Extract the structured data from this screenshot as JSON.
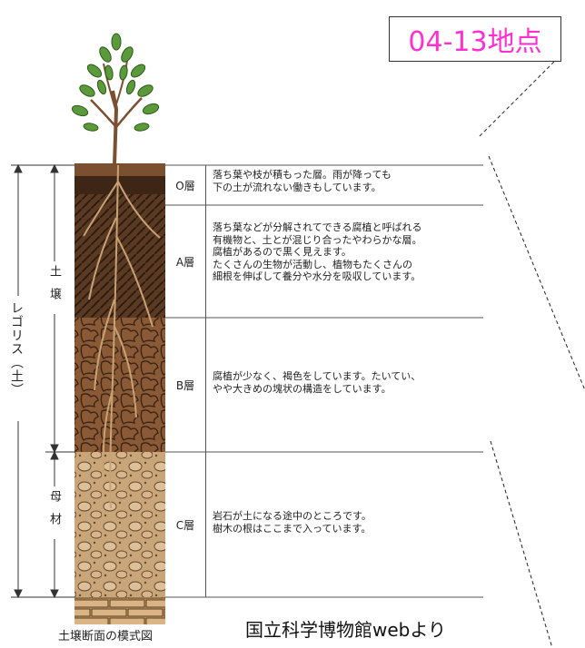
{
  "site_label": "04-13地点",
  "regolith_label": "レゴリス（土）",
  "soil_label": "土壌",
  "parent_material_label": "母材",
  "layers": [
    {
      "code": "O層",
      "text": "落ち葉や枝が積もった層。雨が降っても\n下の土が流れない働きもしています。"
    },
    {
      "code": "A層",
      "text": "落ち葉などが分解されてできる腐植と呼ばれる\n有機物と、土とが混じり合ったやわらかな層。\n腐植があるので黒く見えます。\nたくさんの生物が活動し、植物もたくさんの\n細根を伸ばして養分や水分を吸収しています。"
    },
    {
      "code": "B層",
      "text": "腐植が少なく、褐色をしています。たいてい、\nやや大きめの塊状の構造をしています。"
    },
    {
      "code": "C層",
      "text": "岩石が土になる途中のところです。\n樹木の根はここまで入っています。"
    }
  ],
  "caption": "土壌断面の模式図",
  "credit": "国立科学博物館webより"
}
